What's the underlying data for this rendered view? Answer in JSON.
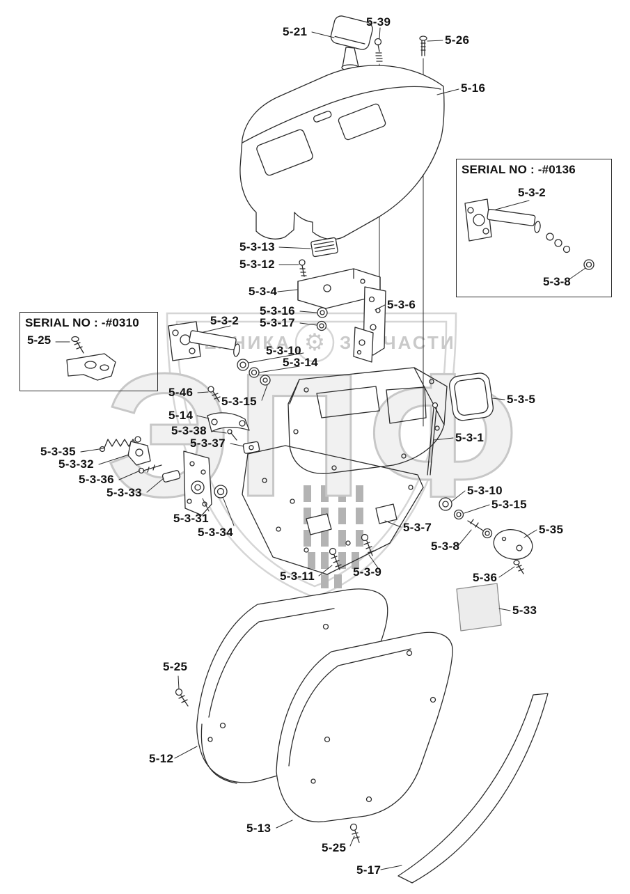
{
  "diagram": {
    "watermark": {
      "big_text": "ЭПФ",
      "tagline_left": "ТЕХНИКА",
      "tagline_right": "ЗАПЧАСТИ",
      "gear_glyph": "⚙",
      "color": "#d6d6d6"
    },
    "serial_boxes": [
      {
        "title": "SERIAL NO : -#0136",
        "labels": [
          {
            "text": "5-3-2"
          },
          {
            "text": "5-3-8"
          }
        ]
      },
      {
        "title": "SERIAL NO : -#0310",
        "labels": [
          {
            "text": "5-25"
          }
        ]
      }
    ],
    "labels": [
      {
        "text": "5-21"
      },
      {
        "text": "5-39"
      },
      {
        "text": "5-26"
      },
      {
        "text": "5-16"
      },
      {
        "text": "5-3-13"
      },
      {
        "text": "5-3-12"
      },
      {
        "text": "5-3-4"
      },
      {
        "text": "5-3-16"
      },
      {
        "text": "5-3-6"
      },
      {
        "text": "5-3-2"
      },
      {
        "text": "5-3-17"
      },
      {
        "text": "5-3-10"
      },
      {
        "text": "5-3-14"
      },
      {
        "text": "5-46"
      },
      {
        "text": "5-3-15"
      },
      {
        "text": "5-14"
      },
      {
        "text": "5-3-5"
      },
      {
        "text": "5-3-38"
      },
      {
        "text": "5-3-37"
      },
      {
        "text": "5-3-1"
      },
      {
        "text": "5-3-35"
      },
      {
        "text": "5-3-32"
      },
      {
        "text": "5-3-36"
      },
      {
        "text": "5-3-33"
      },
      {
        "text": "5-3-10"
      },
      {
        "text": "5-3-15"
      },
      {
        "text": "5-3-31"
      },
      {
        "text": "5-3-7"
      },
      {
        "text": "5-35"
      },
      {
        "text": "5-3-34"
      },
      {
        "text": "5-3-8"
      },
      {
        "text": "5-36"
      },
      {
        "text": "5-3-11"
      },
      {
        "text": "5-3-9"
      },
      {
        "text": "5-33"
      },
      {
        "text": "5-25"
      },
      {
        "text": "5-12"
      },
      {
        "text": "5-13"
      },
      {
        "text": "5-25"
      },
      {
        "text": "5-17"
      }
    ]
  }
}
